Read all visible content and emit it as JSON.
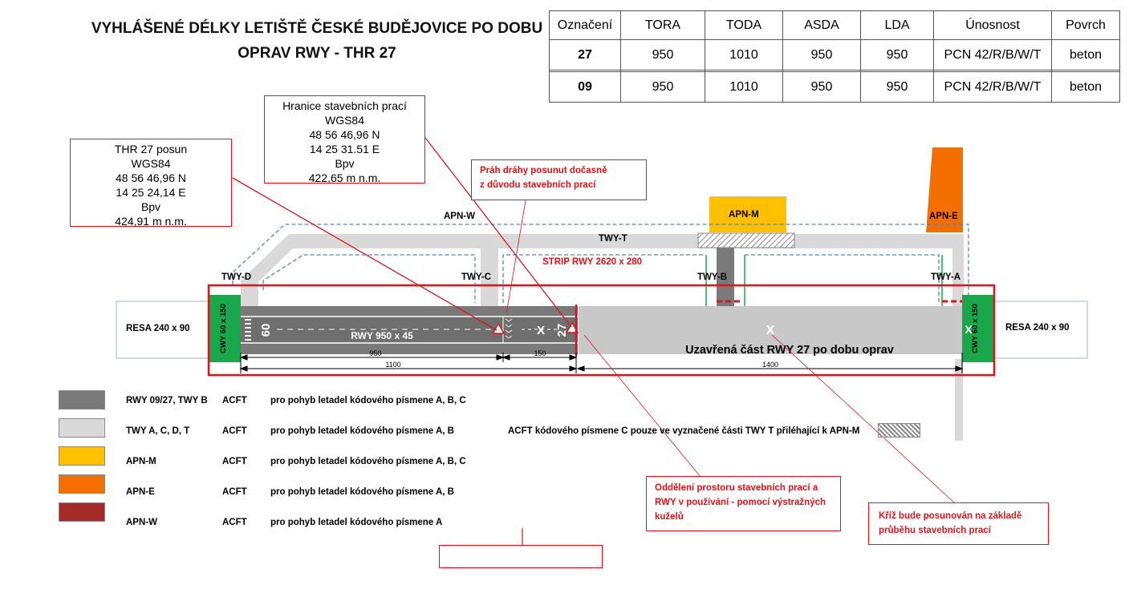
{
  "title": {
    "line1": "VYHLÁŠENÉ DÉLKY LETIŠTĚ ČESKÉ BUDĚJOVICE PO DOBU",
    "line2": "OPRAV RWY - THR 27"
  },
  "table": {
    "headers": [
      "Označení",
      "TORA",
      "TODA",
      "ASDA",
      "LDA",
      "Únosnost",
      "Povrch"
    ],
    "rows": [
      [
        "27",
        "950",
        "1010",
        "950",
        "950",
        "PCN 42/R/B/W/T",
        "beton"
      ],
      [
        "09",
        "950",
        "1010",
        "950",
        "950",
        "PCN 42/R/B/W/T",
        "beton"
      ]
    ]
  },
  "thr_box": {
    "lines": [
      "THR 27 posun",
      "WGS84",
      "48 56 46,96 N",
      "14 25 24,14 E",
      "Bpv",
      "424,91 m n.m."
    ]
  },
  "works_box": {
    "lines": [
      "Hranice stavebních prací",
      "WGS84",
      "48 56 46,96 N",
      "14 25 31.51 E",
      "Bpv",
      "422,65 m n.m."
    ]
  },
  "notes": {
    "threshold": [
      "Práh dráhy posunut dočasně",
      "z důvodu stavebních prací"
    ],
    "separation": [
      "Oddělení prostoru stavebních prací a",
      "RWY v používání - pomocí výstražných",
      "kuželů"
    ],
    "cross": [
      "Kříž bude posunován na základě",
      "průběhu stavebních prací"
    ]
  },
  "labels": {
    "apn_w": "APN-W",
    "apn_m": "APN-M",
    "apn_e": "APN-E",
    "twy_t": "TWY-T",
    "twy_d": "TWY-D",
    "twy_c": "TWY-C",
    "twy_b": "TWY-B",
    "twy_a": "TWY-A",
    "strip": "STRIP RWY 2620 x 280",
    "resa_left": "RESA  240 x 90",
    "resa_right": "RESA 240 x 90",
    "cwy_left": "CWY 60 x 150",
    "cwy_right": "CWY 60 x 150",
    "rwy": "RWY 950 x 45",
    "closed": "Uzavřená část RWY 27 po dobu oprav",
    "rwy09": "09",
    "rwy27": "27",
    "cross_mark": "X",
    "dim_950": "950",
    "dim_150": "150",
    "dim_1100": "1100",
    "dim_1400": "1400"
  },
  "legend": [
    {
      "name": "RWY 09/27, TWY B",
      "acft": "ACFT",
      "desc": "pro pohyb letadel kódového písmene A, B, C",
      "color": "#7a7a7a"
    },
    {
      "name": "TWY A, C, D, T",
      "acft": "ACFT",
      "desc": "pro pohyb letadel kódového písmene A, B",
      "color": "#d9d9d9"
    },
    {
      "name": "APN-M",
      "acft": "ACFT",
      "desc": "pro pohyb letadel kódového písmene A, B, C",
      "color": "#ffc000"
    },
    {
      "name": "APN-E",
      "acft": "ACFT",
      "desc": "pro pohyb letadel kódového písmene A, B",
      "color": "#f56e00"
    },
    {
      "name": "APN-W",
      "acft": "ACFT",
      "desc": "pro pohyb letadel kódového písmene A",
      "color": "#a52a2a"
    }
  ],
  "legend_note": "ACFT kódového písmene C pouze ve vyznačené části TWY T přiléhající k APN-M",
  "colors": {
    "red": "#e0141a",
    "runway": "#7a7a7a",
    "taxiway": "#d9d9d9",
    "apn_m": "#ffc000",
    "apn_e": "#f56e00",
    "cwy": "#1aa64a",
    "dashed_blue": "#4a86d0"
  }
}
